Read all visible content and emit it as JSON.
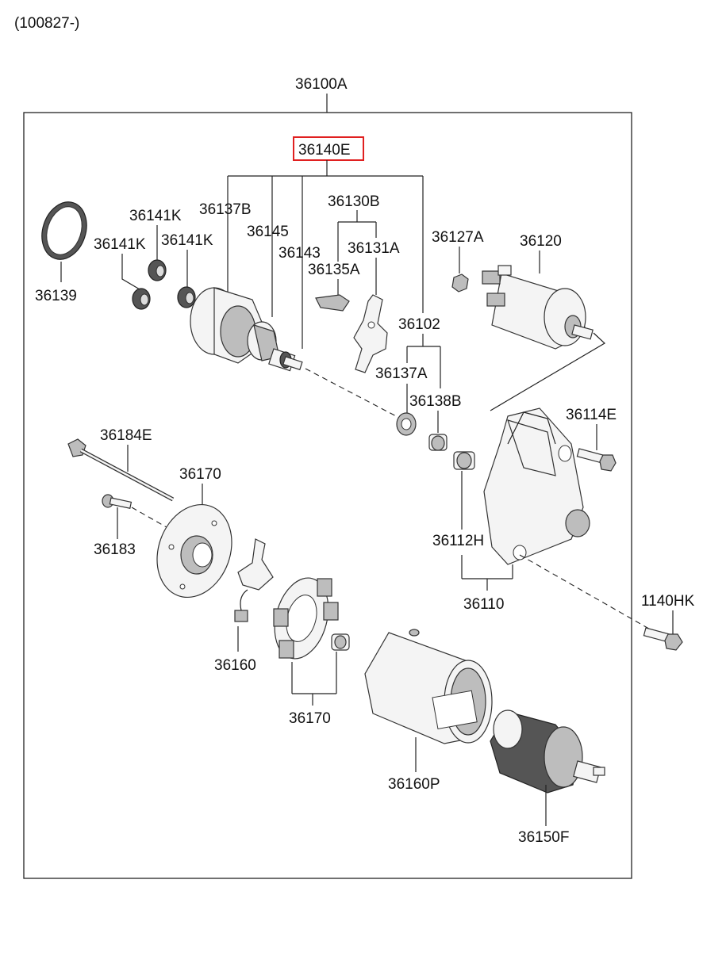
{
  "header": {
    "code": "(100827-)"
  },
  "assembly": {
    "label": "36100A"
  },
  "highlight_color": "#e02020",
  "labels": {
    "l36140E": "36140E",
    "l36139": "36139",
    "l36141K_a": "36141K",
    "l36141K_b": "36141K",
    "l36141K_c": "36141K",
    "l36137B": "36137B",
    "l36145": "36145",
    "l36143": "36143",
    "l36130B": "36130B",
    "l36131A": "36131A",
    "l36135A": "36135A",
    "l36127A": "36127A",
    "l36120": "36120",
    "l36102": "36102",
    "l36137A": "36137A",
    "l36138B": "36138B",
    "l36114E": "36114E",
    "l36184E": "36184E",
    "l36170_top": "36170",
    "l36183": "36183",
    "l36112H": "36112H",
    "l36110": "36110",
    "l1140HK": "1140HK",
    "l36160": "36160",
    "l36170_bot": "36170",
    "l36160P": "36160P",
    "l36150F": "36150F"
  }
}
